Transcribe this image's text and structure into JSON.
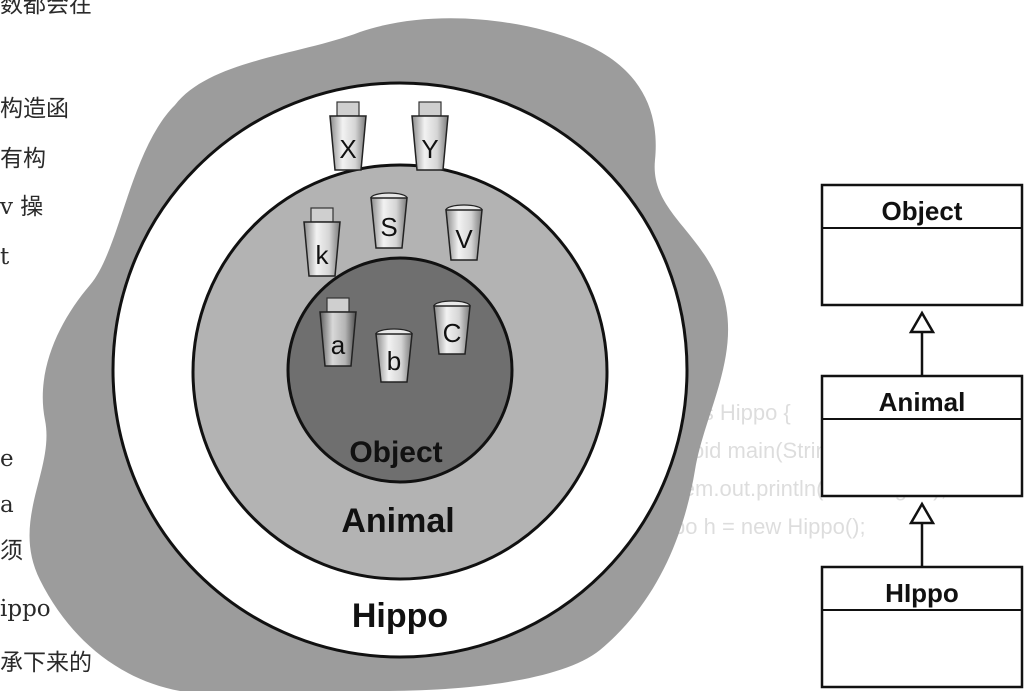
{
  "left_text_fragments": [
    "数都会在",
    "构造函",
    "有构",
    "v 操",
    "t",
    "e",
    "a",
    "须",
    "ippo",
    "承下来的"
  ],
  "rings": {
    "inner_label": "Object",
    "middle_label": "Animal",
    "outer_label": "Hippo"
  },
  "variables": {
    "hippo_level": [
      "X",
      "Y"
    ],
    "animal_level": [
      "k",
      "S",
      "V"
    ],
    "object_level": [
      "a",
      "b",
      "C"
    ]
  },
  "uml": {
    "classes": [
      "Object",
      "Animal",
      "HIppo"
    ]
  },
  "colors": {
    "cloud": "#9c9c9c",
    "middle_ring": "#b3b3b3",
    "inner_ring": "#6f6f6f",
    "outline": "#111111"
  },
  "faded_code": {
    "lines": [
      "public class Hippo {",
      "  public static void main(String[] args) {",
      "    System.out.println(\"Starting...\");",
      "    Hippo h = new Hippo();"
    ]
  }
}
